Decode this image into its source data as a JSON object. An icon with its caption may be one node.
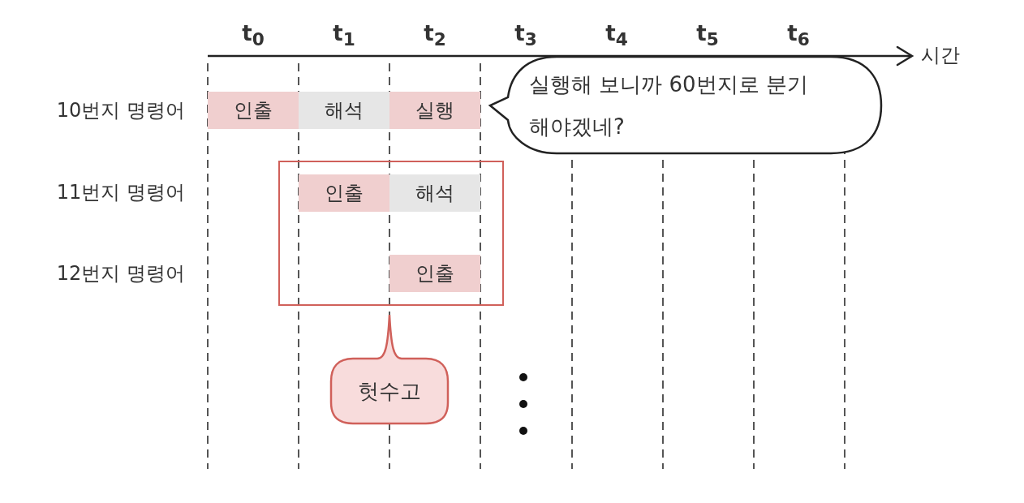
{
  "diagram": {
    "nodes": [
      {
        "text": [
          "인출"
        ]
      },
      {
        "text": [
          "해석"
        ]
      },
      {
        "text": [
          "실행"
        ]
      },
      {
        "text": [
          "실행해 보니까 60번지로 분기해야겠네?"
        ]
      },
      {
        "text": [],
        "shape": "box"
      },
      {
        "text": [
          "인출"
        ],
        "in": 4
      },
      {
        "text": [
          "해석"
        ],
        "in": 4
      },
      {
        "text": [
          "인출"
        ],
        "in": 4
      },
      {
        "text": [
          "헛수고"
        ]
      }
    ],
    "labels": [
      "t$_{0}$",
      "t$_{1}$",
      "t$_{2}$",
      "t$_{3}$",
      "t$_{4}$",
      "t$_{5}$",
      "t$_{6}$",
      "시간",
      "10번지 명령어",
      "11번지 명령어",
      "12번지 명령어"
    ]
  }
}
